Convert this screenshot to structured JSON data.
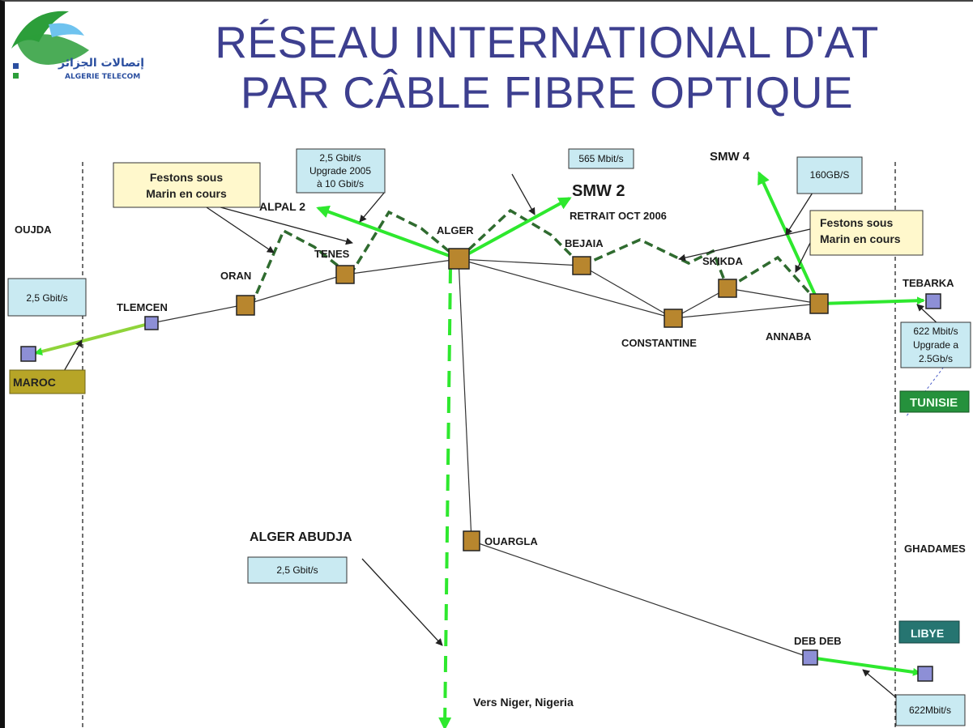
{
  "title": {
    "line1": "RÉSEAU INTERNATIONAL D'AT",
    "line2": "PAR CÂBLE FIBRE OPTIQUE"
  },
  "logo": {
    "arabic": "إتصالات الجزائر",
    "brand": "ALGERIE TELECOM"
  },
  "colors": {
    "title": "#3d3f8f",
    "cable_green": "#2ee82e",
    "dash_green": "#2f6b2f",
    "node_fill": "#b8862e",
    "remote_node_fill": "#8d8fd6",
    "callout_fill": "#c9eaf2",
    "callout_yellow": "#fff8cc"
  },
  "cities": {
    "alger": "ALGER",
    "oran": "ORAN",
    "tlemcen": "TLEMCEN",
    "tenes": "TENES",
    "bejaia": "BEJAIA",
    "skikda": "SKIKDA",
    "constantine": "CONSTANTINE",
    "annaba": "ANNABA",
    "ouargla": "OUARGLA",
    "debdeb": "DEB DEB",
    "oujda": "OUJDA",
    "tebarka": "TEBARKA",
    "ghadames": "GHADAMES"
  },
  "countries": {
    "maroc": "MAROC",
    "tunisie": "TUNISIE",
    "libye": "LIBYE"
  },
  "cables": {
    "alpal2": "ALPAL 2",
    "smw2": "SMW 2",
    "smw2_note": "RETRAIT OCT 2006",
    "smw4": "SMW 4",
    "alger_abudja": "ALGER ABUDJA",
    "vers_niger": "Vers Niger, Nigeria"
  },
  "callouts": {
    "festons_left": [
      "Festons sous",
      "Marin en cours"
    ],
    "festons_right": [
      "Festons sous",
      "Marin en cours"
    ],
    "alpal": [
      "2,5 Gbit/s",
      "Upgrade 2005",
      "à 10 Gbit/s"
    ],
    "smw2_rate": "565 Mbit/s",
    "smw4_rate": "160GB/S",
    "maroc_rate": "2,5 Gbit/s",
    "tunisie_rate": [
      "622 Mbit/s",
      "Upgrade a",
      "2.5Gb/s"
    ],
    "abudja_rate": "2,5 Gbit/s",
    "libye_rate": "622Mbit/s"
  }
}
